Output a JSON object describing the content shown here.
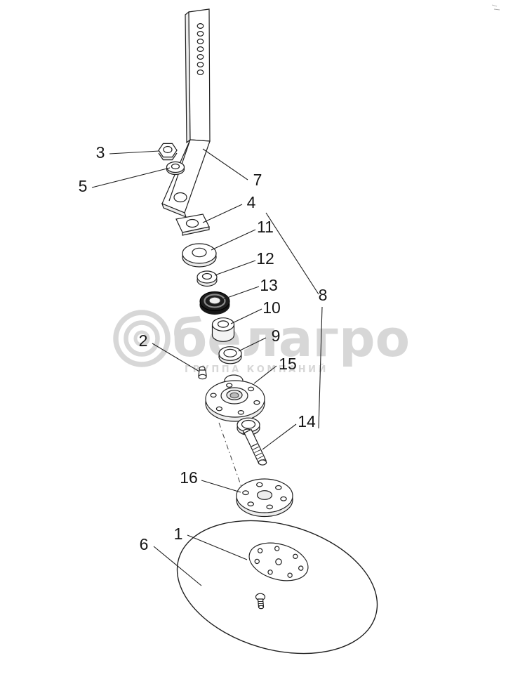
{
  "palette": {
    "line": "#1f1f1f",
    "watermark": "#d7d7d7",
    "bearing_dark": "#161616",
    "background": "#ffffff"
  },
  "watermark": {
    "brand": "белагро",
    "tagline": "ГРУППА КОМПАНИЙ"
  },
  "callouts": {
    "c1": "1",
    "c2": "2",
    "c3": "3",
    "c4": "4",
    "c5": "5",
    "c6": "6",
    "c7": "7",
    "c8": "8",
    "c9": "9",
    "c10": "10",
    "c11": "11",
    "c12": "12",
    "c13": "13",
    "c14": "14",
    "c15": "15",
    "c16": "16"
  }
}
